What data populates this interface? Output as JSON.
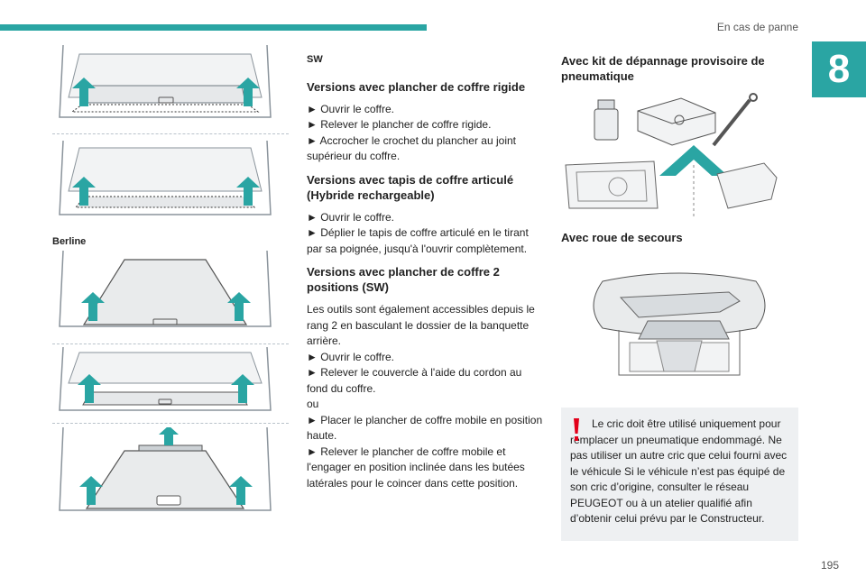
{
  "header": {
    "title": "En cas de panne",
    "chapter_number": "8",
    "page_number": "195"
  },
  "left_column": {
    "berline_label": "Berline"
  },
  "middle_column": {
    "sw_label": "SW",
    "sections": [
      {
        "heading": "Versions avec plancher de coffre rigide",
        "lines": [
          "► Ouvrir le coffre.",
          "► Relever le plancher de coffre rigide.",
          "► Accrocher le crochet du plancher au joint supérieur du coffre."
        ]
      },
      {
        "heading": "Versions avec tapis de coffre articulé (Hybride rechargeable)",
        "lines": [
          "► Ouvrir le coffre.",
          "► Déplier le tapis de coffre articulé en le tirant par sa poignée, jusqu'à l'ouvrir complètement."
        ]
      },
      {
        "heading": "Versions avec plancher de coffre 2 positions (SW)",
        "lines": [
          "Les outils sont également accessibles depuis le rang 2 en basculant le dossier de la banquette arrière.",
          "► Ouvrir le coffre.",
          "► Relever le couvercle à l'aide du cordon au fond du coffre.",
          "ou",
          "► Placer le plancher de coffre mobile en position haute.",
          "► Relever le plancher de coffre mobile et l'engager en position inclinée dans les butées latérales pour le coincer dans cette position."
        ]
      }
    ]
  },
  "right_column": {
    "kit_heading": "Avec kit de dépannage provisoire de pneumatique",
    "spare_heading": "Avec roue de secours",
    "warning": {
      "text": "Le cric doit être utilisé uniquement pour remplacer un pneumatique endommagé. Ne pas utiliser un autre cric que celui fourni avec le véhicule Si le véhicule n’est pas équipé de son cric d’origine, consulter le réseau PEUGEOT ou à un atelier qualifié afin d’obtenir celui prévu par le Constructeur.",
      "accent_color": "#e2001a"
    }
  },
  "colors": {
    "accent": "#2aa5a3",
    "warning_bg": "#eef0f2"
  },
  "icons": [
    "up-arrow-icon",
    "warning-icon"
  ]
}
